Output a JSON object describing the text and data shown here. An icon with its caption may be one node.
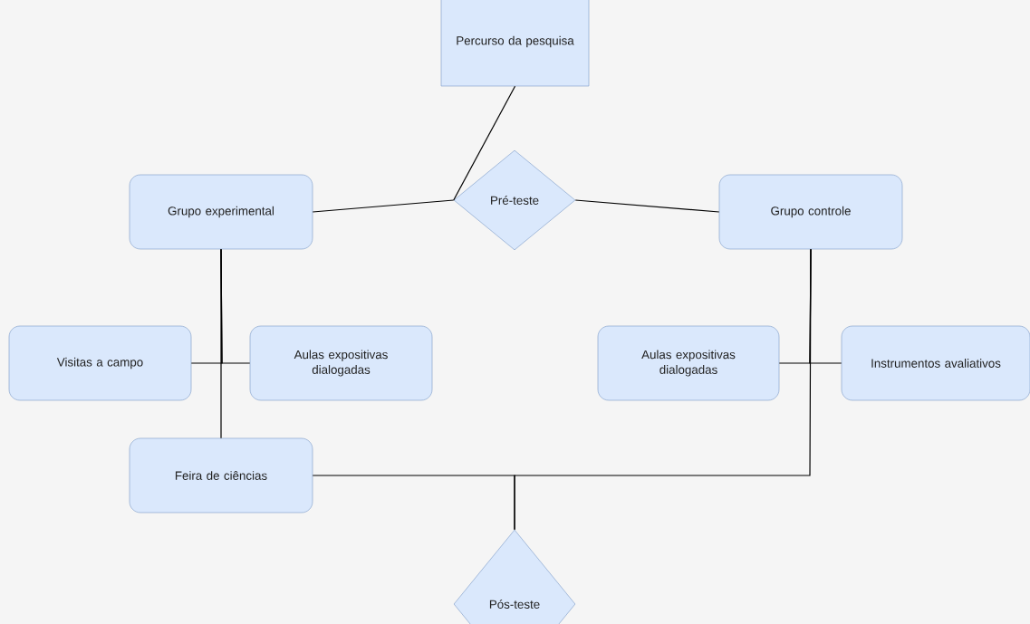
{
  "diagram": {
    "nodes": [
      {
        "text": [
          "Percurso da pesquisa"
        ]
      },
      {
        "text": [
          "Pré-teste"
        ]
      },
      {
        "text": [
          "Grupo experimental"
        ]
      },
      {
        "text": [
          "Grupo controle"
        ]
      },
      {
        "text": [
          "Visitas a campo"
        ]
      },
      {
        "text": [
          "Aulas expositivas dialogadas"
        ]
      },
      {
        "text": [
          "Aulas expositivas dialogadas"
        ]
      },
      {
        "text": [
          "Instrumentos avaliativos"
        ]
      },
      {
        "text": [
          "Feira de ciências"
        ]
      },
      {
        "text": [
          "Pós-teste"
        ]
      }
    ],
    "edges": [
      {
        "from": 0,
        "to": 1,
        "arrow": "none"
      },
      {
        "from": 2,
        "to": 1,
        "arrow": "none"
      },
      {
        "from": 1,
        "to": 3,
        "arrow": "none"
      },
      {
        "from": 2,
        "to": 4,
        "arrow": "none"
      },
      {
        "from": 2,
        "to": 5,
        "arrow": "none"
      },
      {
        "from": 2,
        "to": 8,
        "arrow": "none"
      },
      {
        "from": 3,
        "to": 6,
        "arrow": "none"
      },
      {
        "from": 3,
        "to": 7,
        "arrow": "none"
      },
      {
        "from": 8,
        "to": 9,
        "arrow": "none"
      },
      {
        "from": 3,
        "to": 9,
        "arrow": "none"
      }
    ]
  }
}
